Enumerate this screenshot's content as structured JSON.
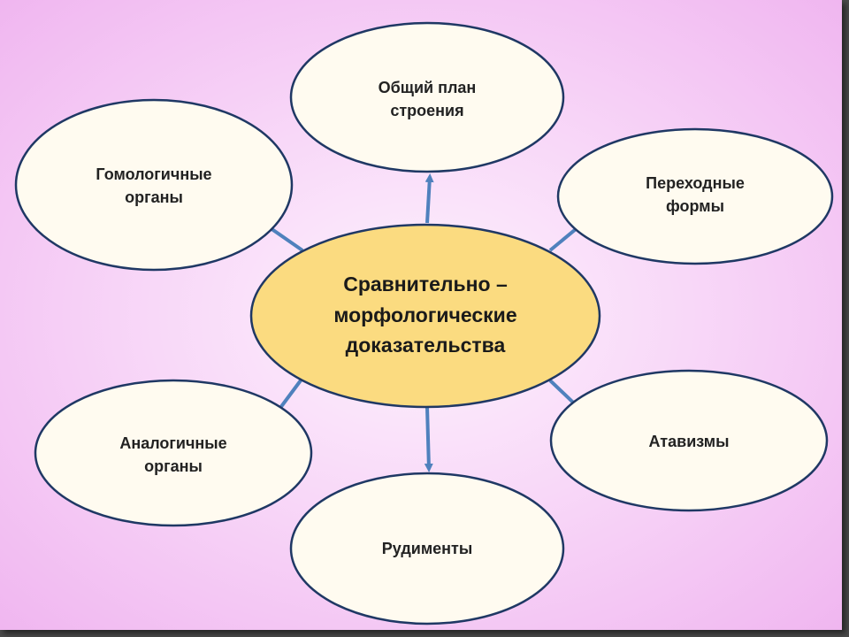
{
  "center": {
    "label": "Сравнительно –\nморфологические\nдоказательства"
  },
  "nodes": [
    {
      "id": "general-plan",
      "label": "Общий план\nстроения"
    },
    {
      "id": "homologous-organs",
      "label": "Гомологичные\nорганы"
    },
    {
      "id": "transitional-forms",
      "label": "Переходные\nформы"
    },
    {
      "id": "analogous-organs",
      "label": "Аналогичные\nорганы"
    },
    {
      "id": "atavisms",
      "label": "Атавизмы"
    },
    {
      "id": "rudiments",
      "label": "Рудименты"
    }
  ],
  "colors": {
    "center_fill": "#fbdb80",
    "node_fill": "#fffbf0",
    "outline": "#1f3864",
    "arrow": "#4f81bd"
  }
}
